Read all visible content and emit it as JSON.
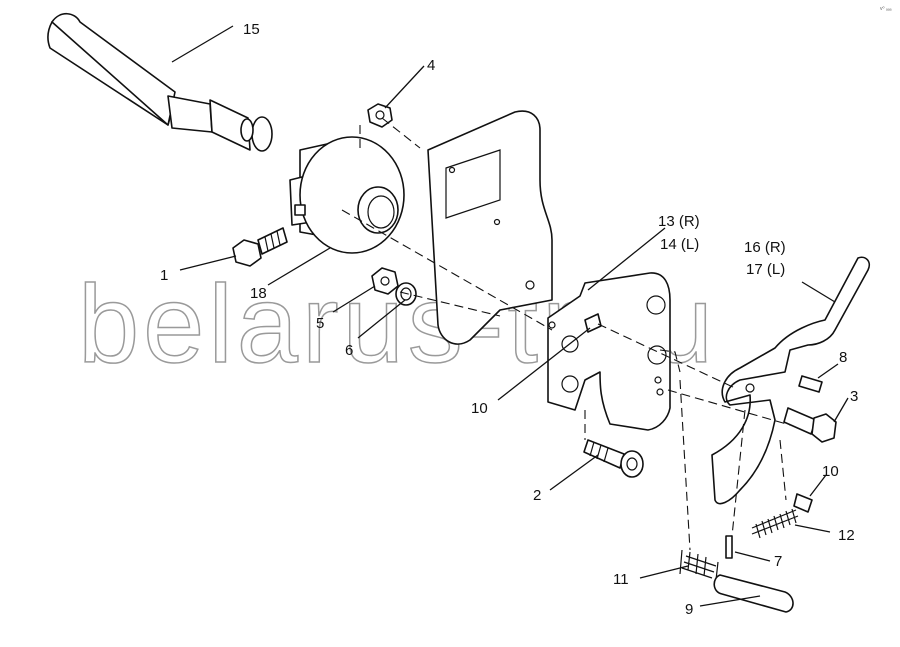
{
  "watermark": "belarus-tr.ru",
  "corner_mark": "v⁰ ₐₐₐ",
  "callouts": {
    "c1": "1",
    "c2": "2",
    "c3": "3",
    "c4": "4",
    "c5": "5",
    "c6": "6",
    "c7": "7",
    "c8": "8",
    "c9": "9",
    "c10a": "10",
    "c10b": "10",
    "c11": "11",
    "c12": "12",
    "c13": "13 (R)",
    "c14": "14 (L)",
    "c15": "15",
    "c16": "16 (R)",
    "c17": "17 (L)",
    "c18": "18"
  }
}
